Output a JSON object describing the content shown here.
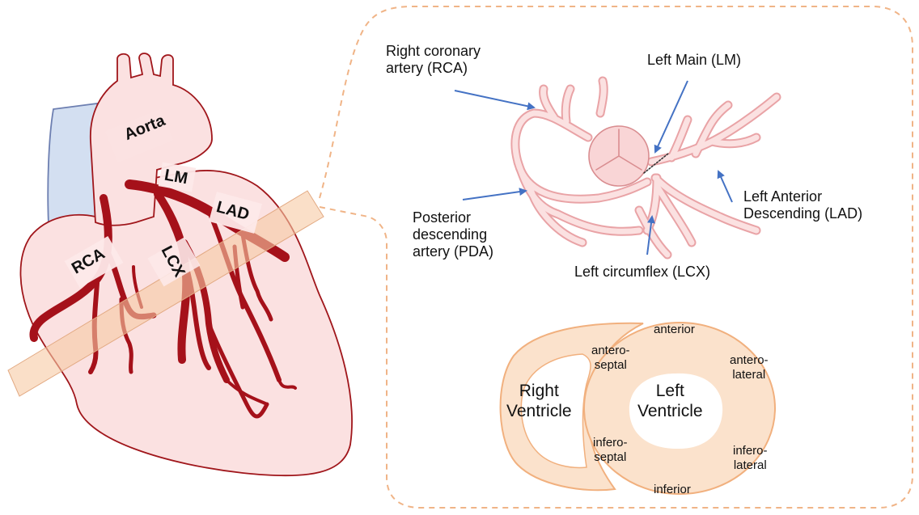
{
  "colors": {
    "heart_fill": "#fbe1e1",
    "heart_stroke": "#a0161b",
    "artery": "#a5111a",
    "band": "#f6c9a4",
    "vessel_fill": "#f9d5d6",
    "vessel_stroke": "#e9a3a6",
    "arrow": "#4472c4",
    "vena": "#d3dff1",
    "ring": "#fbe2cc",
    "ring_stroke": "#f1b07e",
    "dashed_outline": "#f0b487"
  },
  "heart": {
    "aorta": "Aorta",
    "lm": "LM",
    "lad": "LAD",
    "lcx": "LCX",
    "rca": "RCA"
  },
  "arteries_panel": {
    "rca": [
      "Right coronary",
      "artery (RCA)"
    ],
    "lm": "Left Main (LM)",
    "lad": [
      "Left Anterior",
      "Descending (LAD)"
    ],
    "pda": [
      "Posterior",
      "descending",
      "artery (PDA)"
    ],
    "lcx": "Left circumflex (LCX)"
  },
  "ventricles": {
    "right": [
      "Right",
      "Ventricle"
    ],
    "left": [
      "Left",
      "Ventricle"
    ],
    "segments": {
      "anterior": "anterior",
      "anteroseptal": [
        "antero-",
        "septal"
      ],
      "anterolateral": [
        "antero-",
        "lateral"
      ],
      "inferoseptal": [
        "infero-",
        "septal"
      ],
      "inferolateral": [
        "infero-",
        "lateral"
      ],
      "inferior": "inferior"
    }
  }
}
